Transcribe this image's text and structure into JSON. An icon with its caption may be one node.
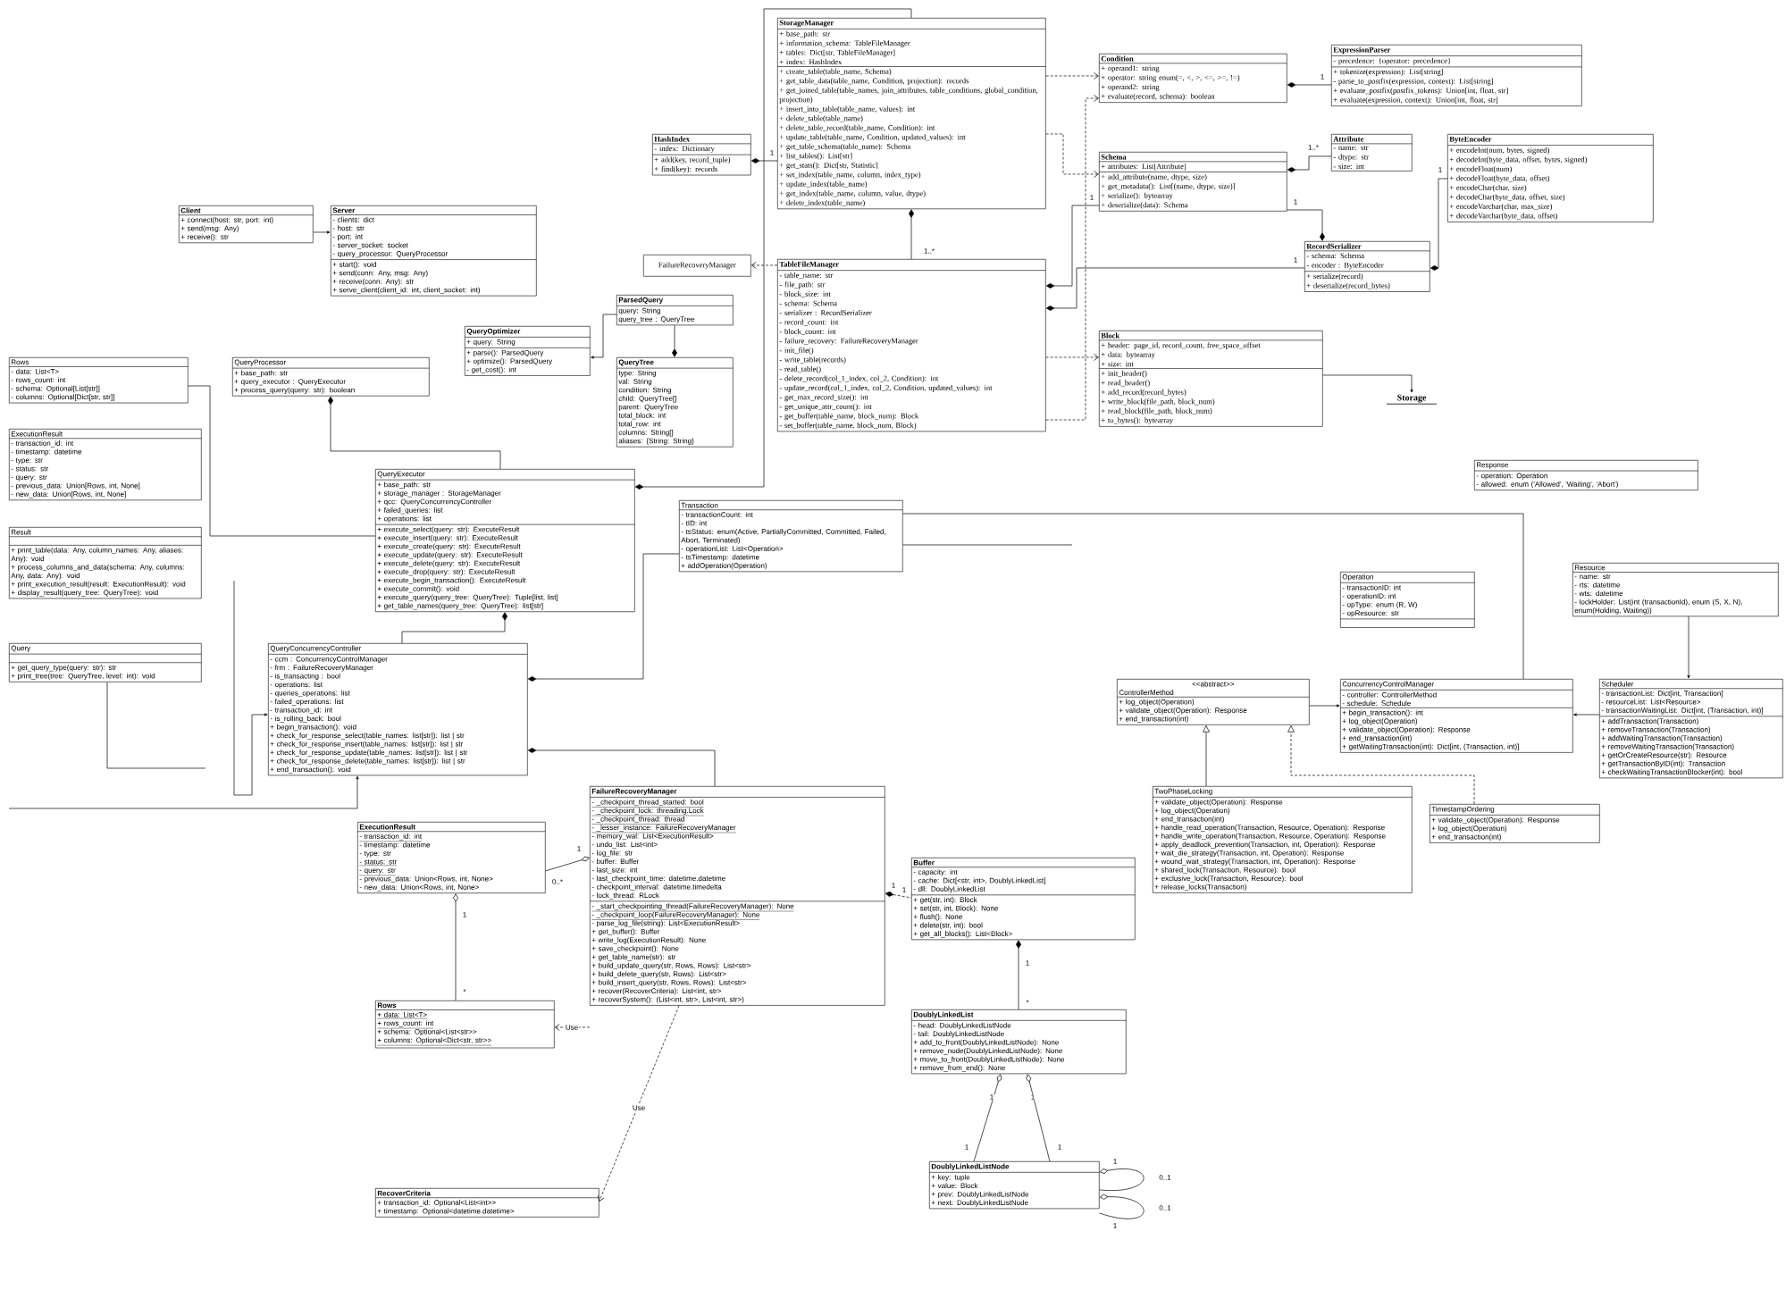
{
  "diagram": {
    "nodes": [
      {
        "text": [
          "StorageManager",
          "+ base_path: str",
          "+ information_schema: TableFileManager",
          "+ tables: Dict[str, TableFileManager]",
          "+ index: HashIndex",
          "+ create_table(table_name, Schema)",
          "+ get_table_data(table_name, Condition, projection): records",
          "+ get_joined_table(table_names, join_attributes, table_conditions, global_condition, projection)",
          "+ insert_into_table(table_name, values): int",
          "+ delete_table(table_name)",
          "+ delete_table_record(table_name, Condition): int",
          "+ update_table(table_name, Condition, updated_values): int",
          "+ get_table_schema(table_name): Schema",
          "+ list_tables(): List[str]",
          "+ get_stats(): Dict[str, Statistic]",
          "+ set_index(table_name, column, index_type)",
          "+ update_index(table_name)",
          "+ get_index(table_name, column, value, dtype)",
          "+ delete_index(table_name)"
        ]
      },
      {
        "text": [
          "ExpressionParser",
          "- precedence: {operator: precedence}",
          "+ tokenize(expression): List[string]",
          "- parse_to_postfix(expression, context): List[string]",
          "+ evaluate_postfix(postfix_tokens): Union[int, float, str]",
          "+ evaluate(expression, context): Union[int, float, str]"
        ]
      },
      {
        "text": [
          "Condition",
          "+ operand1: string",
          "+ operator: string enum(=, <, >, <=, >=, !=)",
          "+ operand2: string",
          "+ evaluate(record, schema): boolean"
        ]
      },
      {
        "text": [
          "HashIndex",
          "- index: Dictionary",
          "+ add(key, record_tuple)",
          "+ find(key): records"
        ]
      },
      {
        "text": [
          "Attribute",
          "- name: str",
          "- dtype: str",
          "- size: int"
        ]
      },
      {
        "text": [
          "Schema",
          "+ attributes: List[Attribute]",
          "+ add_attribute(name, dtype, size)",
          "+ get_metadata(): List[(name, dtype, size)]",
          "+ serialize(): bytearray",
          "+ deserialize(data): Schema"
        ]
      },
      {
        "text": [
          "Client",
          "+ connect(host: str, port: int)",
          "+ send(msg: Any)",
          "+ receive(): str"
        ]
      },
      {
        "text": [
          "Server",
          "- clients: dict",
          "- host: str",
          "- port: int",
          "- server_socket: socket",
          "- query_processor: QueryProcessor",
          "+ start(): void",
          "+ send(conn: Any, msg: Any)",
          "+ receive(conn: Any): str",
          "+ serve_client(client_id: int, client_socket: int)"
        ]
      },
      {
        "text": [
          "ByteEncoder",
          "+ encodeInt(num, bytes, signed)",
          "+ decodeInt(byte_data, offset, bytes, signed)",
          "+ encodeFloat(num)",
          "+ decodeFloat(byte_data, offset)",
          "+ encodeChar(char, size)",
          "+ decodeChar(byte_data, offset, size)",
          "+ encodeVarchar(char, max_size)",
          "+ decodeVarchar(byte_data, offset)"
        ]
      },
      {
        "text": [
          "RecordSerializer",
          "- schema: Schema",
          "- encoder : ByteEncoder",
          "+ serialize(record)",
          "+ deserialize(record_bytes)"
        ]
      },
      {
        "text": [
          "ParsedQuery",
          "query: String",
          "query_tree : QueryTree"
        ]
      },
      {
        "text": [
          "TableFileManager",
          "- table_name: str",
          "- file_path: str",
          "- block_size: int",
          "- schema: Schema",
          "- serializer : RecordSerializer",
          "- record_count: int",
          "- block_count: int",
          "- failure_recovery: FailureRecoveryManager",
          "- init_file()",
          "- write_table(records)",
          "- read_table()",
          "- delete_record(col_1_index, col_2, Condition): int",
          "- update_record(col_1_index, col_2, Condition, updated_values): int",
          "- get_max_record_size(): int",
          "- get_unique_attr_count(): int",
          "- get_buffer(table_name, block_num): Block",
          "- set_buffer(table_name, block_num, Block)"
        ]
      },
      {
        "text": [
          "QueryOptimizer",
          "+ query: String",
          "+ parse(): ParsedQuery",
          "+ optimize(): ParsedQuery",
          "- get_cost(): int"
        ]
      },
      {
        "text": [
          "Block",
          "+ header: page_id, record_count, free_space_offset",
          "+ data: bytearray",
          "+ size: int",
          "+ init_header()",
          "+ read_header()",
          "+ add_record(record_bytes)",
          "+ write_block(file_path, block_num)",
          "+ read_block(file_path, block_num)",
          "+ to_bytes(): bytearray"
        ]
      },
      {
        "text": [
          "QueryTree",
          "type: String",
          "val: String",
          "condition: String",
          "child: QueryTree[]",
          "parent: QueryTree",
          "total_block: int",
          "total_row: int",
          "columns: String[]",
          "aliases: {String: String}"
        ]
      },
      {
        "text": [
          "Rows",
          "- data: List<T>",
          "- rows_count: int",
          "- schema: Optional[List[str]]",
          "- columns: Optional[Dict[str, str]]"
        ]
      },
      {
        "text": [
          "QueryProcessor",
          "+ base_path: str",
          "+ query_executor : QueryExecutor",
          "+ process_query(query: str): boolean"
        ]
      },
      {
        "text": [
          "FailureRecoveryManager"
        ]
      },
      {
        "text": [
          "Storage"
        ]
      },
      {
        "text": [
          "ExecutionResult",
          "- transaction_id: int",
          "- timestamp: datetime",
          "- type: str",
          "- status: str",
          "- query: str",
          "- previous_data: Union[Rows, int, None]",
          "- new_data: Union[Rows, int, None]"
        ]
      },
      {
        "text": [
          "QueryExecutor",
          "+ base_path: str",
          "+ storage_manager : StorageManager",
          "+ qcc: QueryConcurrencyController",
          "+ failed_queries: list",
          "+ operations: list",
          "+ execute_select(query: str): ExecuteResult",
          "+ execute_insert(query: str): ExecuteResult",
          "+ execute_create(query: str): ExecuteResult",
          "+ execute_update(query: str): ExecuteResult",
          "+ execute_delete(query: str): ExecuteResult",
          "+ execute_drop(query: str): ExecuteResult",
          "+ execute_begin_transaction(): ExecuteResult",
          "+ execute_commit(): void",
          "+ execute_query(query_tree: QueryTree): Tuple[list, list]",
          "+ get_table_names(query_tree: QueryTree): list[str]"
        ]
      },
      {
        "text": [
          "Result",
          "+ print_table(data: Any, column_names: Any, aliases: Any): void",
          "+ process_columns_and_data(schema: Any, columns: Any, data: Any): void",
          "+ print_execution_result(result: ExecutionResult): void",
          "+ display_result(query_tree: QueryTree): void"
        ]
      },
      {
        "text": [
          "Response",
          "- operation: Operation",
          "- allowed: enum ('Allowed', 'Waiting', 'Abort')"
        ]
      },
      {
        "text": [
          "Resource",
          "- name: str",
          "- rts: datetime",
          "- wts: datetime",
          "- lockHolder: List(int (transactionId), enum (S, X, N), enum(Holding, Waiting))"
        ]
      },
      {
        "text": [
          "Transaction",
          "- transactionCount: int",
          "- tID: int",
          "- tsStatus: enum(Active, PartiallyCommitted, Committed, Failed, Abort, Terminated)",
          "- operationList: List<Operation>",
          "- tsTimestamp: datetime",
          "+ addOperation(Operation)"
        ]
      },
      {
        "text": [
          "Query",
          "+ get_query_type(query: str): str",
          "+ print_tree(tree: QueryTree, level: int): void"
        ]
      },
      {
        "text": [
          "QueryConcurrencyController",
          "- ccm : ConcurrencyControlManager",
          "- frm : FailureRecoveryManager",
          "- is_transacting : bool",
          "- operations: list",
          "- queries_operations: list",
          "- failed_operations: list",
          "- transaction_id: int",
          "- is_rolling_back: bool",
          "+ begin_transaction(): void",
          "+ check_for_response_select(table_names: list[str]): list | str",
          "+ check_for_response_insert(table_names: list[str]): list | str",
          "+ check_for_response_update(table_names: list[str]): list | str",
          "+ check_for_response_delete(table_names: list[str]): list | str",
          "+ end_transaction(): void"
        ]
      },
      {
        "text": [
          "Operation",
          "- transactionID: int",
          "- operationID: int",
          "- opType: enum (R, W)",
          "- opResource: str"
        ]
      },
      {
        "text": [
          "<<abstract>>",
          "ControllerMethod",
          "+ log_object(Operation)",
          "+ validate_object(Operation): Response",
          "+ end_transaction(int)"
        ]
      },
      {
        "text": [
          "Scheduler",
          "- transactionList: Dict[int, Transaction]",
          "- resourceList: List<Resource>",
          "- transactionWaitingList: Dict[int, (Transaction, int)]",
          "+ addTransaction(Transaction)",
          "+ removeTransaction(Transaction)",
          "+ addWaitingTransaction(Transaction)",
          "+ removeWaitingTransaction(Transaction)",
          "+ getOrCreateResource(str): Resource",
          "+ getTransactionByID(int): Transaction",
          "+ checkWaitingTransactionBlocker(int): bool"
        ]
      },
      {
        "text": [
          "ConcurrencyControlManager",
          "- controller: ControllerMethod",
          "- schedule: Schedule",
          "+ begin_transaction(): int",
          "+ log_object(Operation)",
          "+ validate_object(Operation): Response",
          "+ end_transaction(int)",
          "+ getWaitingTransaction(int): Dict[int, (Transaction, int)]"
        ]
      },
      {
        "text": [
          "FailureRecoveryManager",
          "- _checkpoint_thread_started: bool",
          "- _checkpoint_lock: threading.Lock",
          "- _checkpoint_thread: thread",
          "- _lesser_instance: FailureRecoveryManager",
          "- memory_wal: List<ExecutionResult>",
          "- undo_list: List<int>",
          "- log_file: str",
          "- buffer: Buffer",
          "- last_size: int",
          "- last_checkpoint_time: datetime.datetime",
          "- checkpoint_interval: datetime.timedelta",
          "- lock_thread: RLock",
          "- _start_checkpointing_thread(FailureRecoveryManager): None",
          "- _checkpoint_loop(FailureRecoveryManager): None",
          "- parse_log_file(string): List<ExecutionResult>",
          "+ get_buffer(): Buffer",
          "+ write_log(ExecutionResult): None",
          "+ save_checkpoint(): None",
          "+ get_table_name(str): str",
          "+ build_update_query(str, Rows, Rows): List<str>",
          "+ build_delete_query(str, Rows): List<str>",
          "+ build_insert_query(str, Rows, Rows): List<str>",
          "+ recover(RecoverCriteria): List<int, str>",
          "+ recoverSystem(): (List<int, str>, List<int, str>)"
        ]
      },
      {
        "text": [
          "TwoPhaseLocking",
          "+ validate_object(Operation): Response",
          "+ log_object(Operation)",
          "+ end_transaction(int)",
          "+ handle_read_operation(Transaction, Resource, Operation): Response",
          "+ handle_write_operation(Transaction, Resource, Operation): Response",
          "+ apply_deadlock_prevention(Transaction, int, Operation): Response",
          "+ wait_die_strategy(Transaction, int, Operation): Response",
          "+ wound_wait_strategy(Transaction, int, Operation): Response",
          "+ shared_lock(Transaction, Resource): bool",
          "+ exclusive_lock(Transaction, Resource): bool",
          "+ release_locks(Transaction)"
        ]
      },
      {
        "text": [
          "TimestampOrdering",
          "+ validate_object(Operation): Response",
          "+ log_object(Operation)",
          "+ end_transaction(int)"
        ]
      },
      {
        "text": [
          "ExecutionResult",
          "- transaction_id: int",
          "- timestamp: datetime",
          "- type: str",
          "- status: str",
          "- query: str",
          "- previous_data: Union<Rows, int, None>",
          "- new_data: Union<Rows, int, None>"
        ]
      },
      {
        "text": [
          "Buffer",
          "- capacity: int",
          "- cache: Dict[<str, int>, DoublyLinkedList]",
          "- dll: DoublyLinkedList",
          "+ get(str, int): Block",
          "+ set(str, int, Block): None",
          "+ flush(): None",
          "+ delete(str, int): bool",
          "+ get_all_blocks(): List<Block>"
        ]
      },
      {
        "text": [
          "Rows",
          "+ data: List<T>",
          "+ rows_count: int",
          "+ schema: Optional<List<str>>",
          "+ columns: Optional<Dict<str, str>>"
        ]
      },
      {
        "text": [
          "DoublyLinkedList",
          "- head: DoublyLinkedListNode",
          "- tail: DoublyLinkedListNode",
          "+ add_to_front(DoublyLinkedListNode): None",
          "+ remove_node(DoublyLinkedListNode): None",
          "+ move_to_front(DoublyLinkedListNode): None",
          "+ remove_from_end(): None"
        ]
      },
      {
        "text": [
          "DoublyLinkedListNode",
          "+ key: tuple",
          "+ value: Block",
          "+ prev: DoublyLinkedListNode",
          "+ next: DoublyLinkedListNode"
        ]
      },
      {
        "text": [
          "RecoverCriteria",
          "+ transaction_id: Optional<List<int>>",
          "+ timestamp: Optional<datetime.datetime>"
        ]
      }
    ],
    "edges": [
      {
        "from": 6,
        "to": 7,
        "arrow": "to"
      },
      {
        "from": 10,
        "to": 12,
        "arrow": "to"
      },
      {
        "from": 14,
        "to": 10,
        "arrow": "other"
      },
      {
        "from": 16,
        "to": 20,
        "arrow": "other"
      },
      {
        "from": 15,
        "to": 20,
        "arrow": "none"
      },
      {
        "from": 20,
        "to": 0,
        "arrow": "other"
      },
      {
        "from": 20,
        "to": 26,
        "arrow": "other"
      },
      {
        "from": 26,
        "to": 24,
        "arrow": "other"
      },
      {
        "from": 26,
        "to": 31,
        "arrow": "other"
      },
      {
        "from": null,
        "to": 26,
        "arrow": "to"
      },
      {
        "from": null,
        "to": 26,
        "arrow": "to"
      },
      {
        "from": 25,
        "to": null,
        "arrow": "none"
      },
      {
        "from": 34,
        "to": 36,
        "arrow": "other"
      },
      {
        "from": 31,
        "to": 34,
        "arrow": "other"
      },
      {
        "from": 31,
        "to": 36,
        "arrow": "to",
        "style": "dashed",
        "label": "Use"
      },
      {
        "from": 31,
        "to": 39,
        "arrow": "to",
        "style": "dashed",
        "label": "Use"
      },
      {
        "from": 31,
        "to": 35,
        "arrow": "other",
        "style": "dashed"
      },
      {
        "from": 35,
        "to": 37,
        "arrow": "other"
      },
      {
        "from": 37,
        "to": 38,
        "arrow": "other"
      },
      {
        "from": 37,
        "to": 38,
        "arrow": "other"
      },
      {
        "from": 38,
        "to": 38,
        "arrow": "other"
      },
      {
        "from": 38,
        "to": 38,
        "arrow": "other"
      },
      {
        "from": 3,
        "to": 0,
        "arrow": "other"
      },
      {
        "from": 0,
        "to": 11,
        "arrow": "other"
      },
      {
        "from": 11,
        "to": 17,
        "arrow": "to",
        "style": "dashed"
      },
      {
        "from": 0,
        "to": 2,
        "arrow": "to",
        "style": "dashed"
      },
      {
        "from": 0,
        "to": 5,
        "arrow": "to",
        "style": "dashed"
      },
      {
        "from": 11,
        "to": 13,
        "arrow": "to",
        "style": "dashed"
      },
      {
        "from": 11,
        "to": 2,
        "arrow": "to",
        "style": "dashed"
      },
      {
        "from": 11,
        "to": 5,
        "arrow": "other"
      },
      {
        "from": 11,
        "to": 9,
        "arrow": "other"
      },
      {
        "from": 5,
        "to": 4,
        "arrow": "other"
      },
      {
        "from": 9,
        "to": 5,
        "arrow": "other"
      },
      {
        "from": 9,
        "to": 8,
        "arrow": "other"
      },
      {
        "from": 2,
        "to": 1,
        "arrow": "other"
      },
      {
        "from": 13,
        "to": 18,
        "arrow": "to"
      },
      {
        "from": 23,
        "to": 29,
        "arrow": "to"
      },
      {
        "from": 28,
        "to": 30,
        "arrow": "to"
      },
      {
        "from": 29,
        "to": 30,
        "arrow": "to"
      },
      {
        "from": 32,
        "to": 28,
        "arrow": "to"
      },
      {
        "from": 33,
        "to": 28,
        "arrow": "to",
        "style": "dashed"
      },
      {
        "from": 24,
        "to": 30,
        "arrow": "none"
      },
      {
        "from": 24,
        "to": null,
        "arrow": "none"
      }
    ],
    "labels": [
      "1",
      "1",
      "1..*",
      "1",
      "1",
      "1",
      "1..*",
      "1",
      "1",
      "0..*",
      "1",
      "1",
      "1",
      "1",
      "*",
      "*",
      "1",
      "1",
      "1",
      "1",
      "1",
      "0..1",
      "0..1",
      "1"
    ]
  }
}
